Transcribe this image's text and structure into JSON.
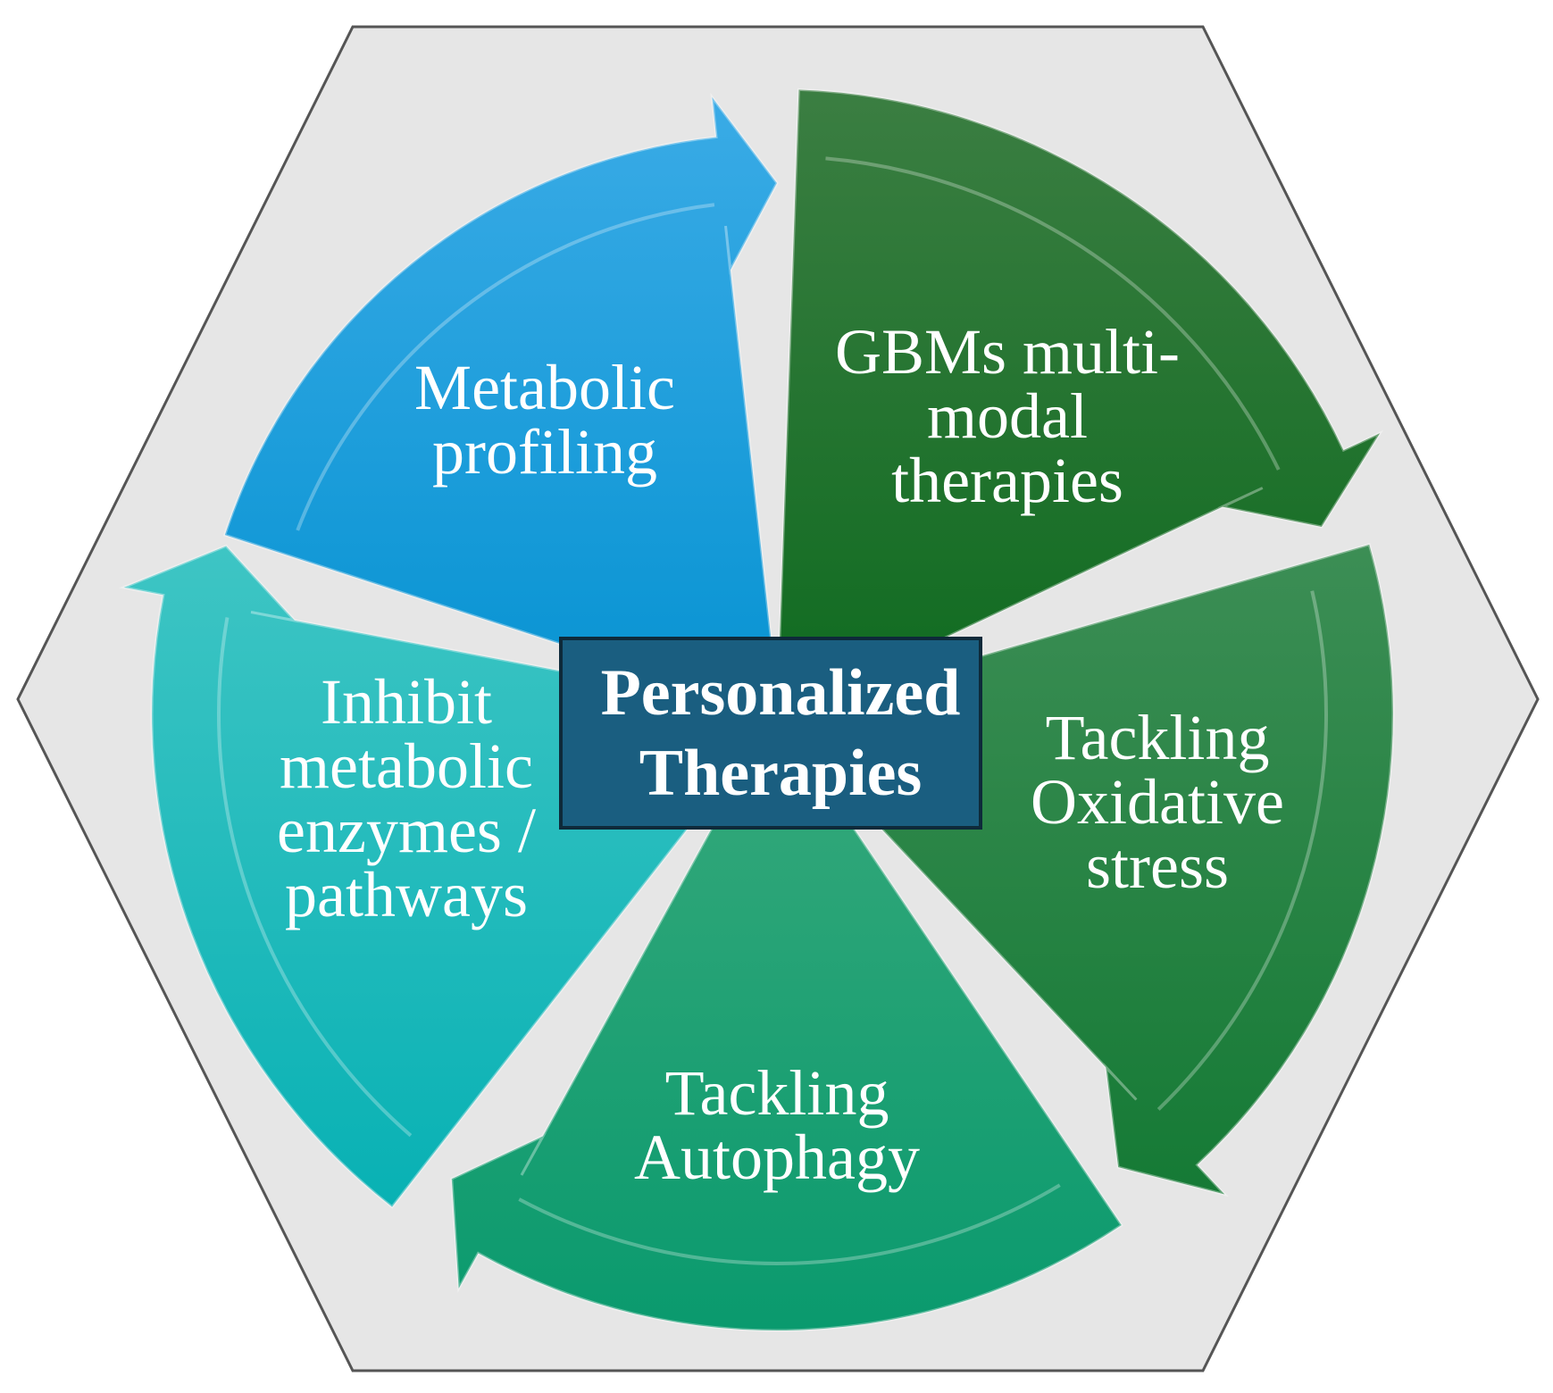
{
  "center": {
    "lines": [
      "Personalized",
      "Therapies"
    ],
    "box_color": "#1a5e80"
  },
  "segments": [
    {
      "id": "metabolic-profiling",
      "lines": [
        "Metabolic",
        "profiling"
      ],
      "color_top": "#3aabe6",
      "color_bottom": "#0793d2"
    },
    {
      "id": "gbm-multimodal-therapies",
      "lines": [
        "GBMs multi-",
        "modal",
        "therapies"
      ],
      "color_top": "#3b7e42",
      "color_bottom": "#0f6b20"
    },
    {
      "id": "tackling-oxidative-stress",
      "lines": [
        "Tackling",
        "Oxidative",
        "stress"
      ],
      "color_top": "#3c8e55",
      "color_bottom": "#157a35"
    },
    {
      "id": "tackling-autophagy",
      "lines": [
        "Tackling",
        "Autophagy"
      ],
      "color_top": "#35a87a",
      "color_bottom": "#0a9a6e"
    },
    {
      "id": "inhibit-metabolic-enzymes",
      "lines": [
        "Inhibit",
        "metabolic",
        "enzymes /",
        "pathways"
      ],
      "color_top": "#3ec5c4",
      "color_bottom": "#08b1b4"
    }
  ],
  "background": {
    "hexagon_fill": "#e6e6e6",
    "hexagon_stroke": "#555555"
  }
}
